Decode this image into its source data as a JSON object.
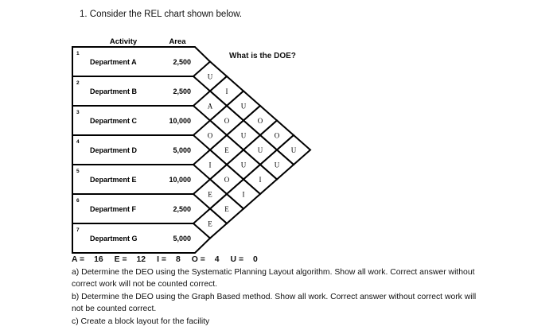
{
  "question_title": "1.  Consider the REL chart shown below.",
  "doe_question": "What is the DOE?",
  "columns": {
    "activity": "Activity",
    "area": "Area"
  },
  "departments": [
    {
      "num": "1",
      "name": "Department A",
      "area": "2,500"
    },
    {
      "num": "2",
      "name": "Department B",
      "area": "2,500"
    },
    {
      "num": "3",
      "name": "Department C",
      "area": "10,000"
    },
    {
      "num": "4",
      "name": "Department D",
      "area": "5,000"
    },
    {
      "num": "5",
      "name": "Department E",
      "area": "10,000"
    },
    {
      "num": "6",
      "name": "Department F",
      "area": "2,500"
    },
    {
      "num": "7",
      "name": "Department G",
      "area": "5,000"
    }
  ],
  "relationships": [
    {
      "from": 1,
      "to": 2,
      "rel": "U"
    },
    {
      "from": 1,
      "to": 3,
      "rel": "I"
    },
    {
      "from": 1,
      "to": 4,
      "rel": "U"
    },
    {
      "from": 1,
      "to": 5,
      "rel": "O"
    },
    {
      "from": 1,
      "to": 6,
      "rel": "O"
    },
    {
      "from": 1,
      "to": 7,
      "rel": "U"
    },
    {
      "from": 2,
      "to": 3,
      "rel": "A"
    },
    {
      "from": 2,
      "to": 4,
      "rel": "O"
    },
    {
      "from": 2,
      "to": 5,
      "rel": "U"
    },
    {
      "from": 2,
      "to": 6,
      "rel": "U"
    },
    {
      "from": 2,
      "to": 7,
      "rel": "U"
    },
    {
      "from": 3,
      "to": 4,
      "rel": "O"
    },
    {
      "from": 3,
      "to": 5,
      "rel": "E"
    },
    {
      "from": 3,
      "to": 6,
      "rel": "U"
    },
    {
      "from": 3,
      "to": 7,
      "rel": "I"
    },
    {
      "from": 4,
      "to": 5,
      "rel": "I"
    },
    {
      "from": 4,
      "to": 6,
      "rel": "O"
    },
    {
      "from": 4,
      "to": 7,
      "rel": "I"
    },
    {
      "from": 5,
      "to": 6,
      "rel": "E"
    },
    {
      "from": 5,
      "to": 7,
      "rel": "E"
    },
    {
      "from": 6,
      "to": 7,
      "rel": "E"
    }
  ],
  "scores": [
    {
      "label": "A =",
      "value": "16"
    },
    {
      "label": "E =",
      "value": "12"
    },
    {
      "label": "I =",
      "value": "8"
    },
    {
      "label": "O =",
      "value": "4"
    },
    {
      "label": "U =",
      "value": "0"
    }
  ],
  "parts": {
    "a": "a) Determine the DEO using the Systematic Planning Layout algorithm. Show all work. Correct answer without correct work will not be counted correct.",
    "b": "b) Determine the DEO using the Graph Based method. Show all work. Correct answer without correct work will not be counted correct.",
    "c": "c) Create a block layout for the facility"
  }
}
